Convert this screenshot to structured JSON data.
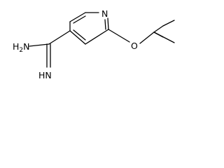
{
  "molecule": {
    "atoms": {
      "amine": "H2N",
      "amine_group": "H",
      "amine_sub": "2",
      "amine_n": "N",
      "imine": "HN",
      "ring_nitrogen": "N",
      "ether_oxygen": "O"
    }
  }
}
